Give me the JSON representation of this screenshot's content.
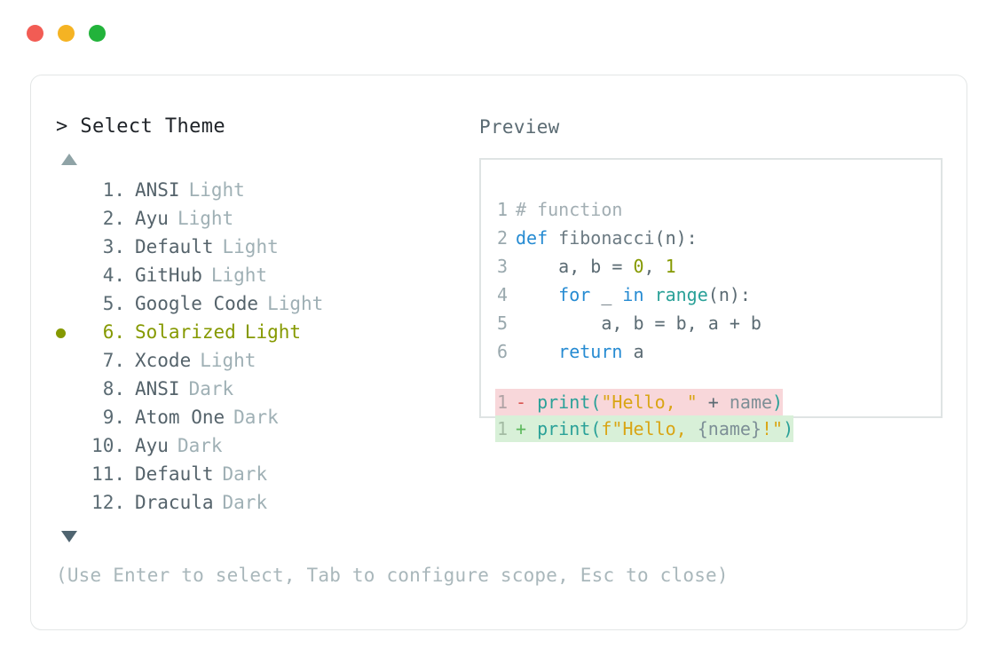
{
  "window": {
    "traffic_lights": [
      {
        "name": "close",
        "color": "#F25C54"
      },
      {
        "name": "minimize",
        "color": "#F5B323"
      },
      {
        "name": "maximize",
        "color": "#22B33B"
      }
    ]
  },
  "prompt": {
    "caret": ">",
    "title": "Select Theme"
  },
  "scroll": {
    "up_icon": "triangle-up",
    "down_icon": "triangle-down"
  },
  "themes": {
    "selected_index": 6,
    "selected_color": "#859900",
    "items": [
      {
        "index": "1.",
        "name": "ANSI",
        "variant": "Light",
        "selected": false
      },
      {
        "index": "2.",
        "name": "Ayu",
        "variant": "Light",
        "selected": false
      },
      {
        "index": "3.",
        "name": "Default",
        "variant": "Light",
        "selected": false
      },
      {
        "index": "4.",
        "name": "GitHub",
        "variant": "Light",
        "selected": false
      },
      {
        "index": "5.",
        "name": "Google Code",
        "variant": "Light",
        "selected": false
      },
      {
        "index": "6.",
        "name": "Solarized",
        "variant": "Light",
        "selected": true
      },
      {
        "index": "7.",
        "name": "Xcode",
        "variant": "Light",
        "selected": false
      },
      {
        "index": "8.",
        "name": "ANSI",
        "variant": "Dark",
        "selected": false
      },
      {
        "index": "9.",
        "name": "Atom One",
        "variant": "Dark",
        "selected": false
      },
      {
        "index": "10.",
        "name": "Ayu",
        "variant": "Dark",
        "selected": false
      },
      {
        "index": "11.",
        "name": "Default",
        "variant": "Dark",
        "selected": false
      },
      {
        "index": "12.",
        "name": "Dracula",
        "variant": "Dark",
        "selected": false
      }
    ]
  },
  "preview": {
    "label": "Preview",
    "code_lines": [
      {
        "n": "1",
        "tokens": [
          {
            "t": "# function",
            "c": "comment"
          }
        ]
      },
      {
        "n": "2",
        "tokens": [
          {
            "t": "def ",
            "c": "kw"
          },
          {
            "t": "fibonacci",
            "c": "fn"
          },
          {
            "t": "(n):",
            "c": "plain"
          }
        ]
      },
      {
        "n": "3",
        "tokens": [
          {
            "t": "    a, b = ",
            "c": "plain"
          },
          {
            "t": "0",
            "c": "num"
          },
          {
            "t": ", ",
            "c": "plain"
          },
          {
            "t": "1",
            "c": "num"
          }
        ]
      },
      {
        "n": "4",
        "tokens": [
          {
            "t": "    ",
            "c": "plain"
          },
          {
            "t": "for",
            "c": "kw"
          },
          {
            "t": " _ ",
            "c": "plain"
          },
          {
            "t": "in",
            "c": "kw"
          },
          {
            "t": " ",
            "c": "plain"
          },
          {
            "t": "range",
            "c": "builtin"
          },
          {
            "t": "(n):",
            "c": "plain"
          }
        ]
      },
      {
        "n": "5",
        "tokens": [
          {
            "t": "        a, b = b, a + b",
            "c": "plain"
          }
        ]
      },
      {
        "n": "6",
        "tokens": [
          {
            "t": "    ",
            "c": "plain"
          },
          {
            "t": "return",
            "c": "kw"
          },
          {
            "t": " a",
            "c": "plain"
          }
        ]
      }
    ],
    "diff_lines": [
      {
        "n": "1",
        "sign": "-",
        "kind": "del",
        "tokens": [
          {
            "t": "print",
            "c": "call"
          },
          {
            "t": "(",
            "c": "punc"
          },
          {
            "t": "\"Hello, \"",
            "c": "str"
          },
          {
            "t": " + ",
            "c": "plain"
          },
          {
            "t": "name",
            "c": "var"
          },
          {
            "t": ")",
            "c": "punc"
          }
        ]
      },
      {
        "n": "1",
        "sign": "+",
        "kind": "add",
        "tokens": [
          {
            "t": "print",
            "c": "call"
          },
          {
            "t": "(",
            "c": "punc"
          },
          {
            "t": "f\"Hello, ",
            "c": "str"
          },
          {
            "t": "{name}",
            "c": "var"
          },
          {
            "t": "!\"",
            "c": "str"
          },
          {
            "t": ")",
            "c": "punc"
          }
        ]
      }
    ]
  },
  "footer": {
    "help": "(Use Enter to select, Tab to configure scope, Esc to close)"
  }
}
